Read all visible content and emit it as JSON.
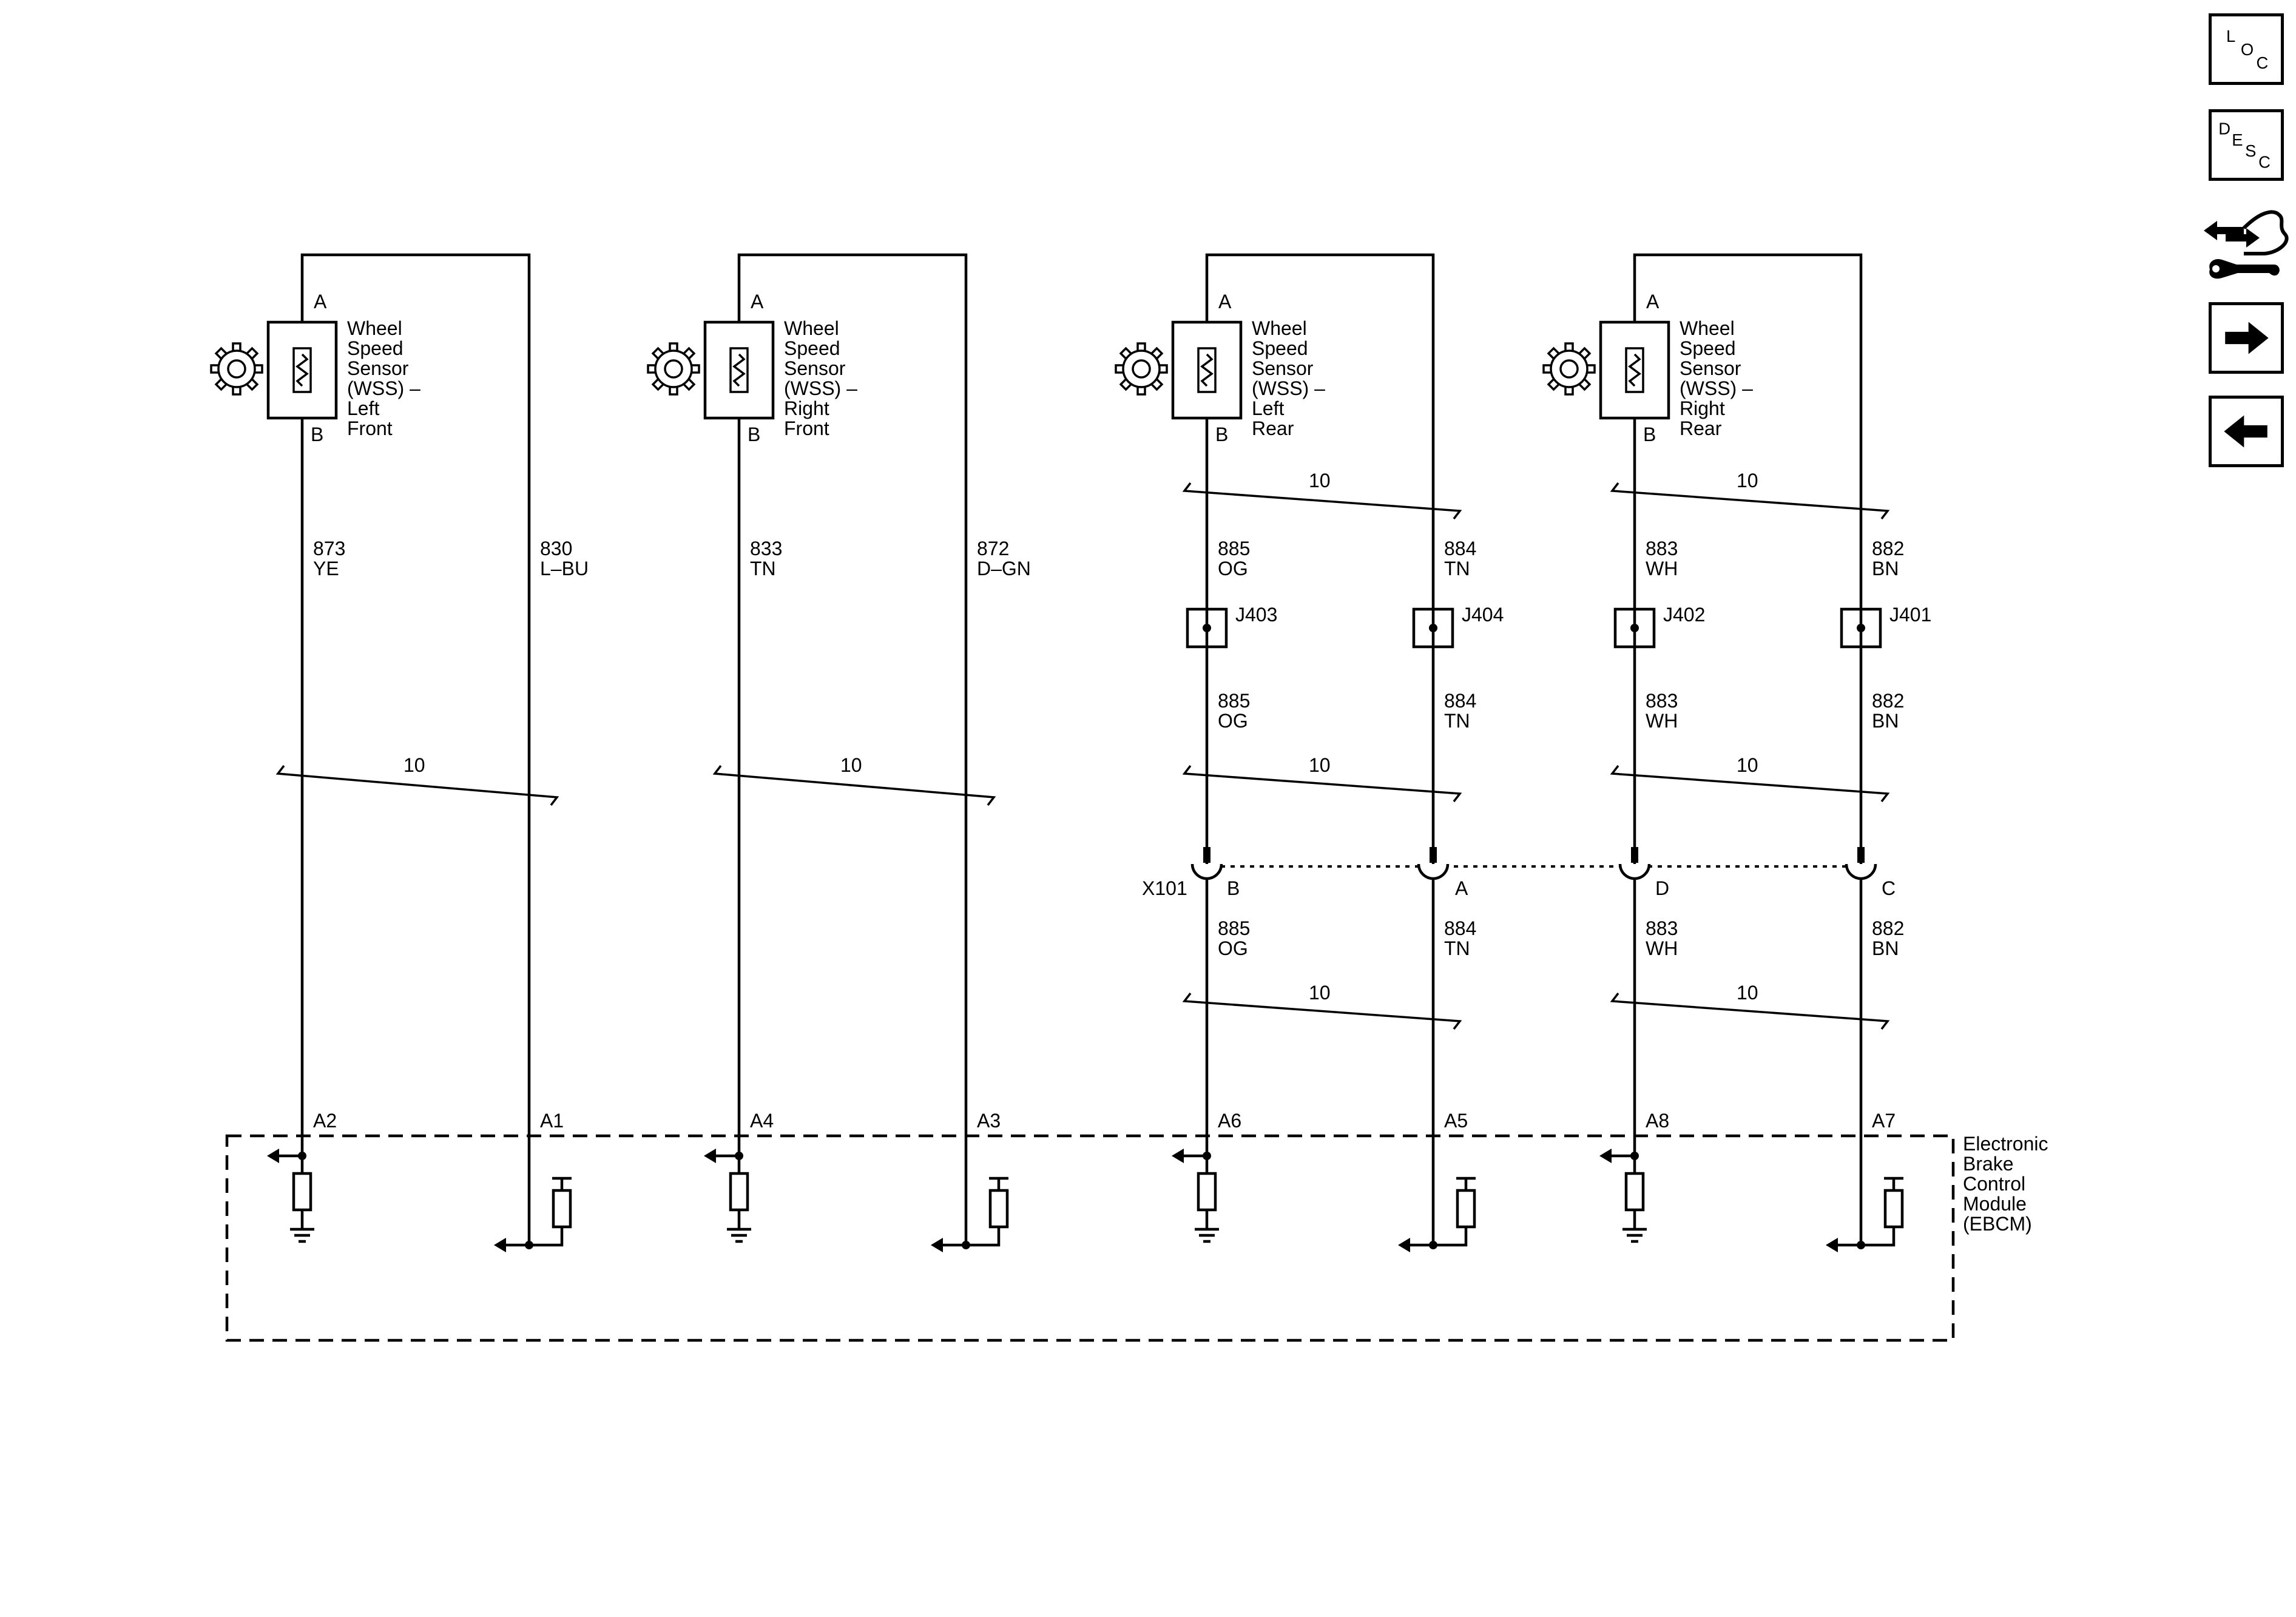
{
  "colors": {
    "ink": "#000000",
    "background": "#ffffff"
  },
  "nav": {
    "loc": {
      "l1": "L",
      "l2": "O",
      "l3": "C"
    },
    "desc": {
      "l1": "D",
      "l2": "E",
      "l3": "S",
      "l4": "C"
    },
    "tool_icon": "connector-wrench-icon",
    "next_icon": "arrow-right-icon",
    "prev_icon": "arrow-left-icon"
  },
  "sensors": [
    {
      "name_lines": [
        "Wheel",
        "Speed",
        "Sensor",
        "(WSS) –",
        "Left",
        "Front"
      ],
      "pin_top": "A",
      "pin_bottom": "B"
    },
    {
      "name_lines": [
        "Wheel",
        "Speed",
        "Sensor",
        "(WSS) –",
        "Right",
        "Front"
      ],
      "pin_top": "A",
      "pin_bottom": "B"
    },
    {
      "name_lines": [
        "Wheel",
        "Speed",
        "Sensor",
        "(WSS) –",
        "Left",
        "Rear"
      ],
      "pin_top": "A",
      "pin_bottom": "B"
    },
    {
      "name_lines": [
        "Wheel",
        "Speed",
        "Sensor",
        "(WSS) –",
        "Right",
        "Rear"
      ],
      "pin_top": "A",
      "pin_bottom": "B"
    }
  ],
  "front_wires": [
    {
      "circuit": "873",
      "color": "YE"
    },
    {
      "circuit": "830",
      "color": "L–BU"
    },
    {
      "circuit": "833",
      "color": "TN"
    },
    {
      "circuit": "872",
      "color": "D–GN"
    }
  ],
  "rear_wires": [
    {
      "circuit": "885",
      "color": "OG",
      "splice": "J403",
      "x101_pin": "B"
    },
    {
      "circuit": "884",
      "color": "TN",
      "splice": "J404",
      "x101_pin": "A"
    },
    {
      "circuit": "883",
      "color": "WH",
      "splice": "J402",
      "x101_pin": "D"
    },
    {
      "circuit": "882",
      "color": "BN",
      "splice": "J401",
      "x101_pin": "C"
    }
  ],
  "twist_label": "10",
  "connector_x101": "X101",
  "module": {
    "name_lines": [
      "Electronic",
      "Brake",
      "Control",
      "Module",
      "(EBCM)"
    ],
    "pins": [
      "A2",
      "A1",
      "A4",
      "A3",
      "A6",
      "A5",
      "A8",
      "A7"
    ]
  }
}
